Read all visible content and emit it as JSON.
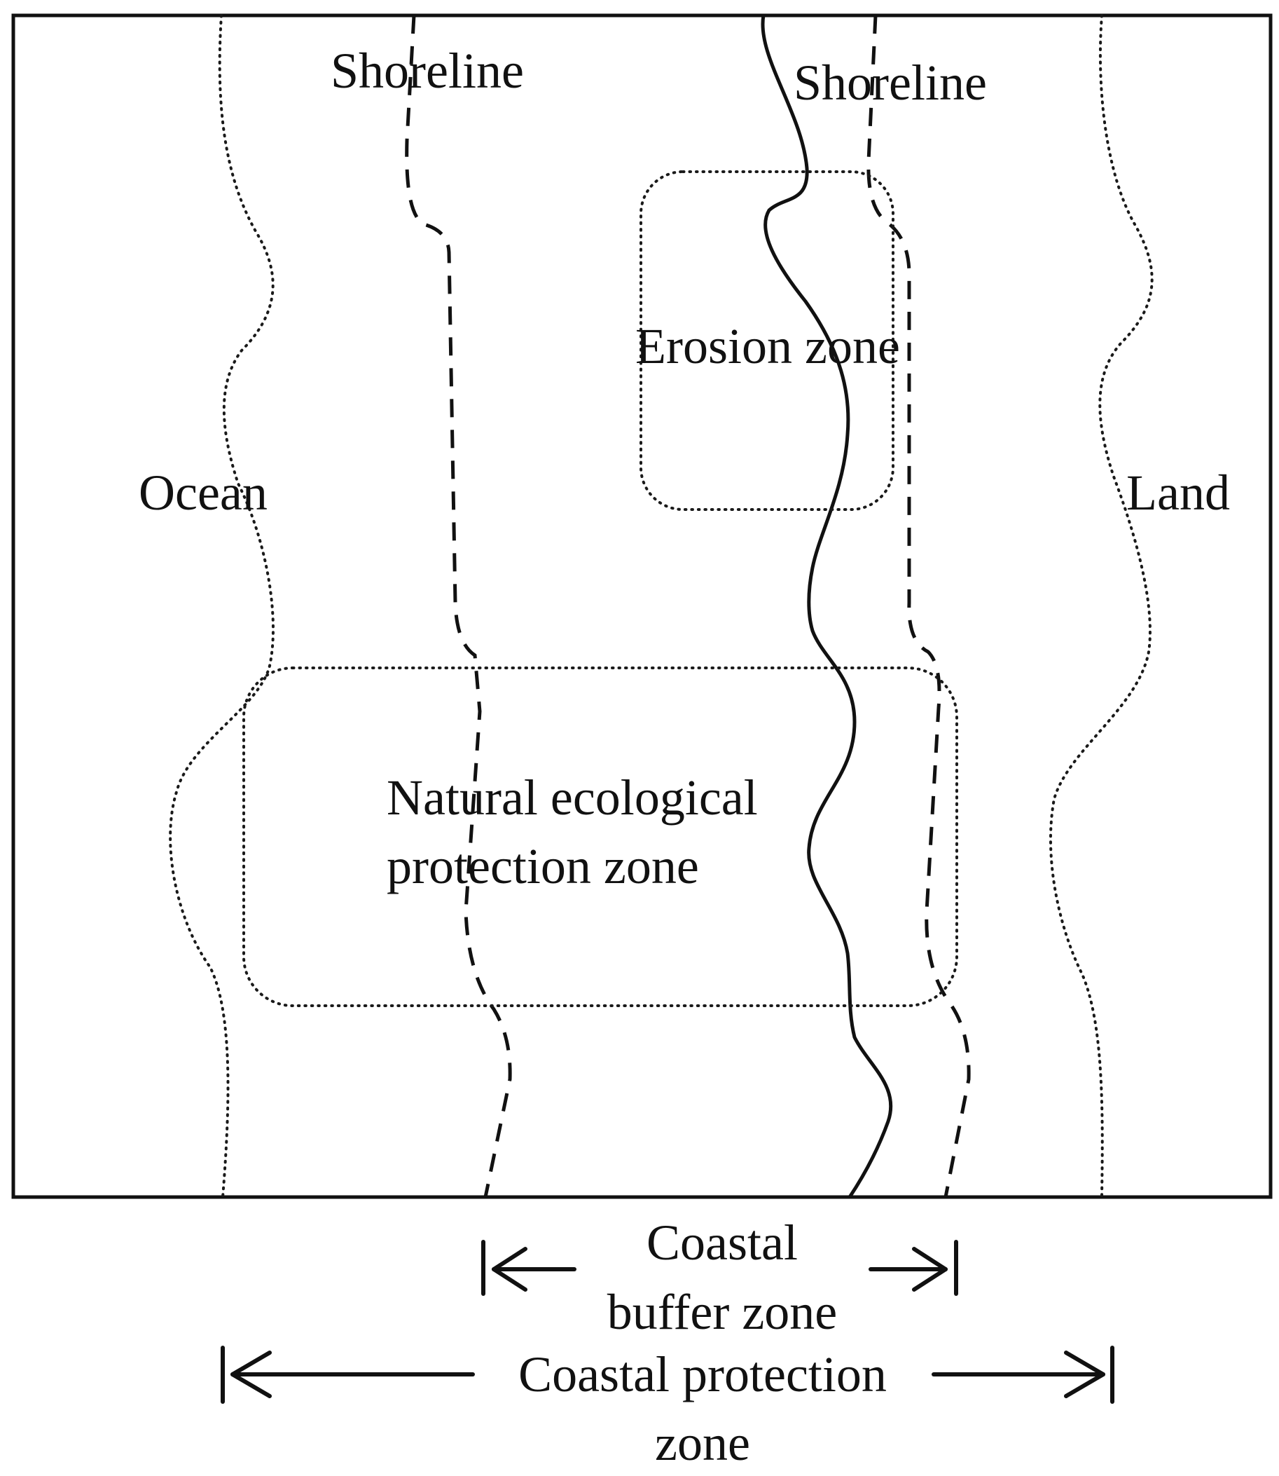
{
  "labels": {
    "shoreline_left": "Shoreline",
    "shoreline_right": "Shoreline",
    "ocean": "Ocean",
    "land": "Land",
    "erosion_zone": "Erosion zone",
    "natural_zone_line1": "Natural ecological",
    "natural_zone_line2": "protection zone",
    "buffer_line1": "Coastal",
    "buffer_line2": "buffer zone",
    "protection_line1": "Coastal protection",
    "protection_line2": "zone"
  }
}
